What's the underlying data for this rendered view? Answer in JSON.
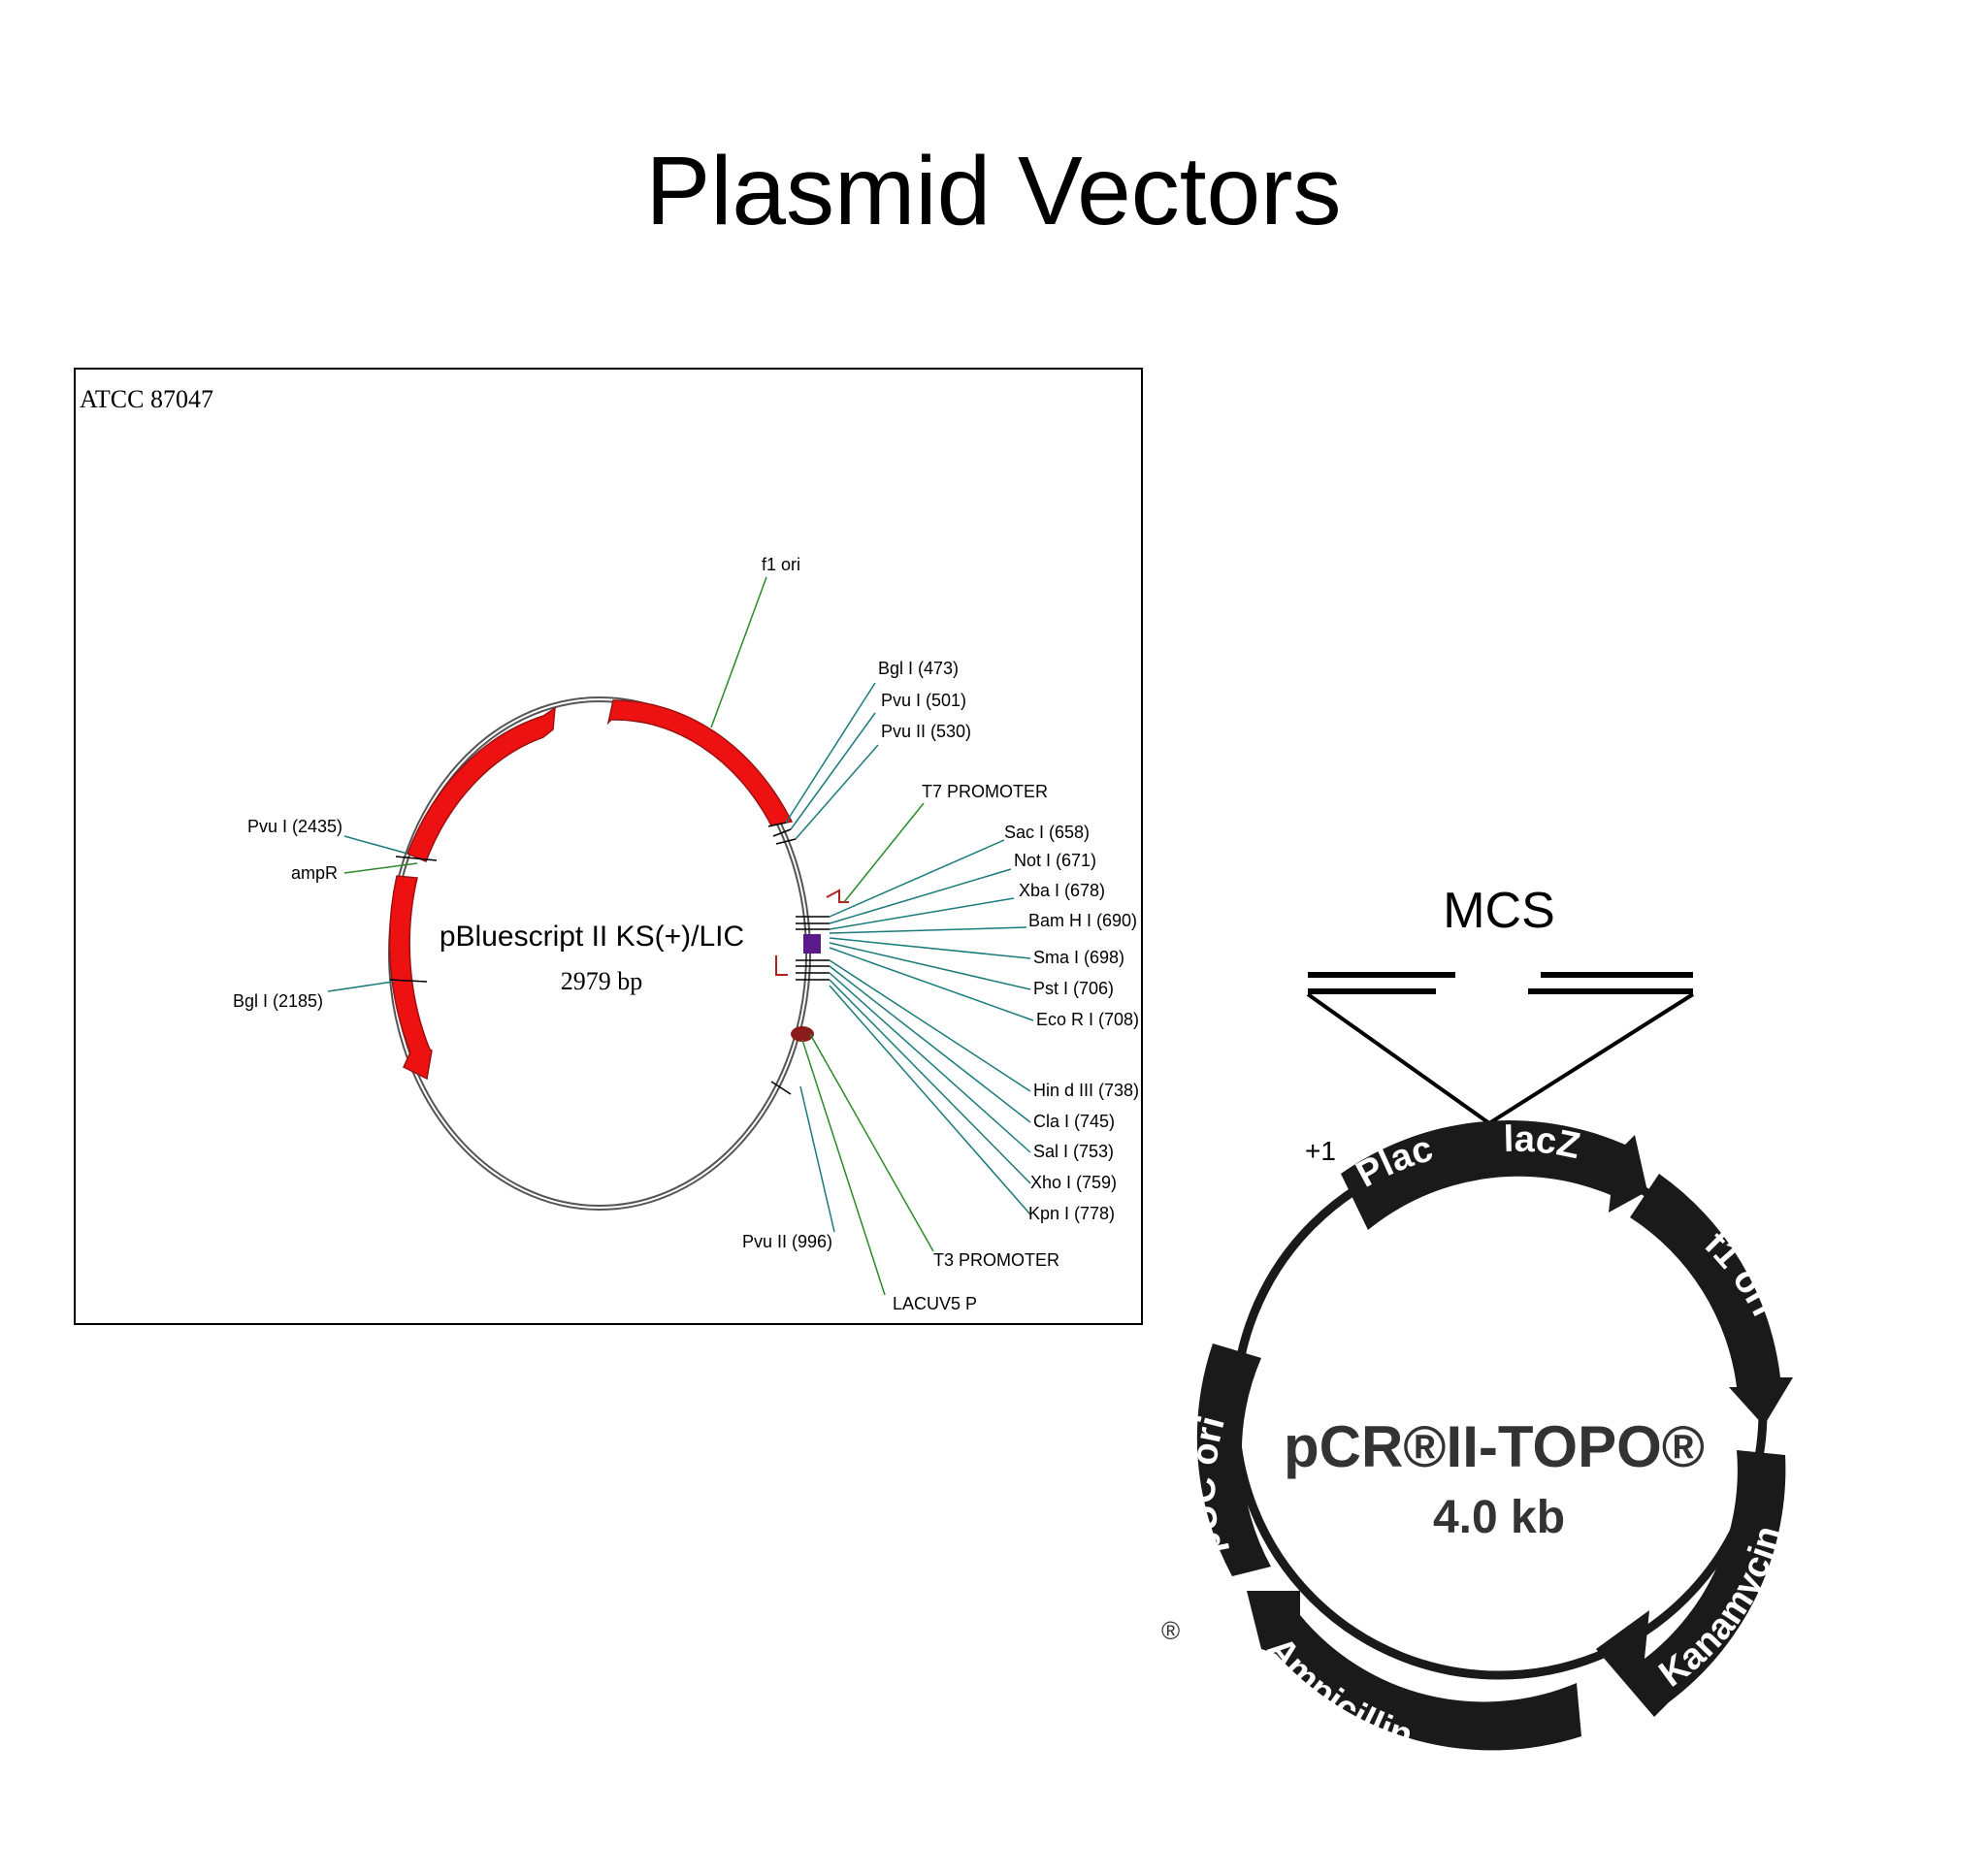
{
  "slide": {
    "title": "Plasmid Vectors"
  },
  "map1": {
    "source_id": "ATCC 87047",
    "plasmid_name": "pBluescript II KS(+)/LIC",
    "plasmid_size": "2979  bp",
    "features": {
      "f1_ori": "f1  ori",
      "ampR": "ampR",
      "t7": "T7 PROMOTER",
      "t3": "T3 PROMOTER",
      "lacuv5": "LACUV5 P"
    },
    "sites": {
      "pvu1_2435": "Pvu  I (2435)",
      "bgl1_2185": "Bgl  I (2185)",
      "bgl1_473": "Bgl  I (473)",
      "pvu1_501": "Pvu  I (501)",
      "pvu2_530": "Pvu  II (530)",
      "sac1": "Sac  I (658)",
      "not1": "Not  I (671)",
      "xba1": "Xba  I (678)",
      "bamh1": "Bam H I (690)",
      "sma1": "Sma  I (698)",
      "pst1": "Pst  I (706)",
      "ecor1": "Eco R I (708)",
      "hind3": "Hin d III (738)",
      "cla1": "Cla  I (745)",
      "sal1": "Sal  I (753)",
      "xho1": "Xho  I (759)",
      "kpn1": "Kpn  I (778)",
      "pvu2_996": "Pvu  II (996)"
    }
  },
  "map2": {
    "mcs": "MCS",
    "plus_one": "+1",
    "plasmid_name": "pCR®II-TOPO®",
    "plasmid_size": "4.0 kb",
    "features": {
      "plac": "Plac",
      "lacz": "lacZ",
      "f1_ori": "f1 ori",
      "kanamycin": "Kanamycin",
      "ampicillin": "Ampicillin",
      "puc_ori": "pUC ori"
    },
    "registered_mark": "®"
  },
  "colors": {
    "feature_red": "#ee1111",
    "line_teal": "#1a7a7a",
    "line_green": "#2a8a2a",
    "dark_red": "#8b1a1a",
    "purple_box": "#5a1a8a",
    "map2_black": "#1a1a1a"
  }
}
